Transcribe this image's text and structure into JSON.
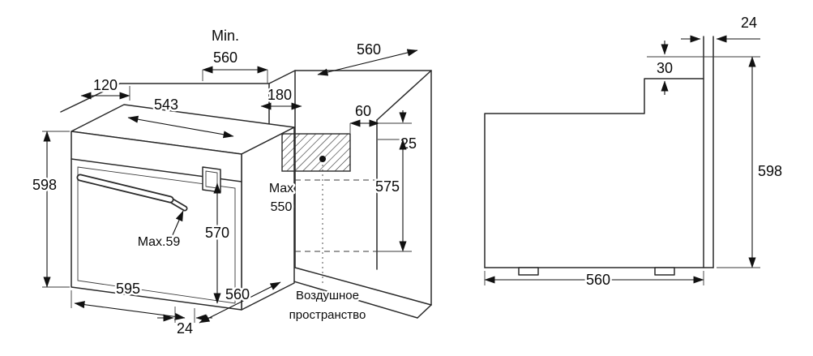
{
  "colors": {
    "line": "#2a2a2a",
    "background": "#ffffff"
  },
  "front_view": {
    "labels": {
      "min_label": "Min.",
      "niche_depth": "560",
      "counter_depth": "560",
      "dim_120": "120",
      "dim_543": "543",
      "dim_180": "180",
      "dim_60": "60",
      "dim_25": "25",
      "dim_575": "575",
      "dim_598": "598",
      "dim_570": "570",
      "handle_max": "Max.59",
      "max_niche_line1": "Max",
      "max_niche_line2": "550",
      "dim_595": "595",
      "dim_560_bottom": "560",
      "dim_24": "24",
      "air_space_line1": "Воздушное",
      "air_space_line2": "пространство"
    }
  },
  "side_view": {
    "labels": {
      "dim_24": "24",
      "dim_30": "30",
      "dim_598": "598",
      "dim_560": "560"
    }
  }
}
